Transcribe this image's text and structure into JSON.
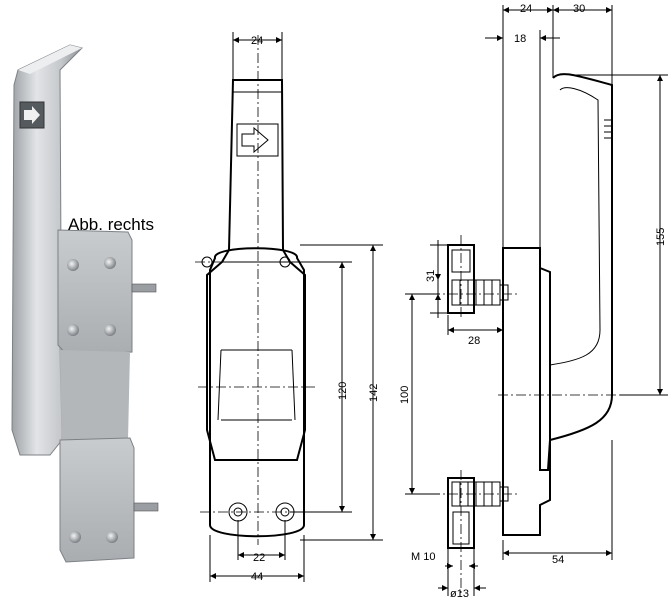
{
  "photo": {
    "caption": "Abb. rechts"
  },
  "front_view": {
    "dims": {
      "top_width": "24",
      "hole_spacing": "120",
      "base_height": "142",
      "bottom_hole_spacing": "22",
      "base_width": "44"
    }
  },
  "side_view": {
    "dims": {
      "top_a": "24",
      "top_b": "30",
      "top_c": "18",
      "height": "155",
      "bolt_length": "31",
      "bolt_offset": "28",
      "bolt_spacing": "100",
      "thread": "M 10",
      "diameter": "ø13",
      "depth": "54"
    }
  },
  "colors": {
    "metal_light": "#d4d6d8",
    "metal_mid": "#b8bbbe",
    "metal_dark": "#8e9296",
    "line": "#000000"
  }
}
